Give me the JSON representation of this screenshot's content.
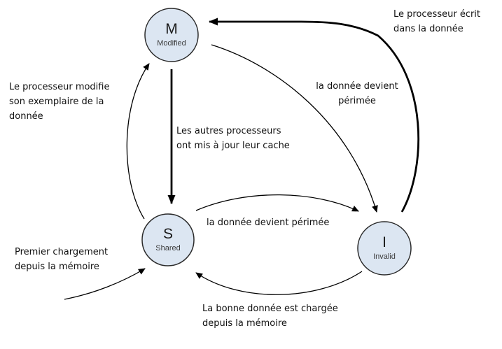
{
  "colors": {
    "node_fill": "#dce6f2",
    "node_border": "#2a2a2a",
    "arrow": "#000000"
  },
  "nodes": {
    "modified": {
      "letter": "M",
      "name": "Modified"
    },
    "shared": {
      "letter": "S",
      "name": "Shared"
    },
    "invalid": {
      "letter": "I",
      "name": "Invalid"
    }
  },
  "labels": {
    "write": {
      "line1": "Le processeur écrit",
      "line2": "dans la donnée"
    },
    "stale_m_to_i": {
      "line1": "la donnée devient",
      "line2": "périmée"
    },
    "others_updated": {
      "line1": "Les autres processeurs",
      "line2": "ont mis à jour leur cache"
    },
    "modify": {
      "line1": "Le processeur modifie",
      "line2": "son exemplaire de la",
      "line3": "donnée"
    },
    "first_load": {
      "line1": "Premier chargement",
      "line2": "depuis la mémoire"
    },
    "stale_s_to_i": {
      "line1": "la donnée devient périmée"
    },
    "good_load": {
      "line1": "La bonne donnée est chargée",
      "line2": "depuis la mémoire"
    }
  }
}
